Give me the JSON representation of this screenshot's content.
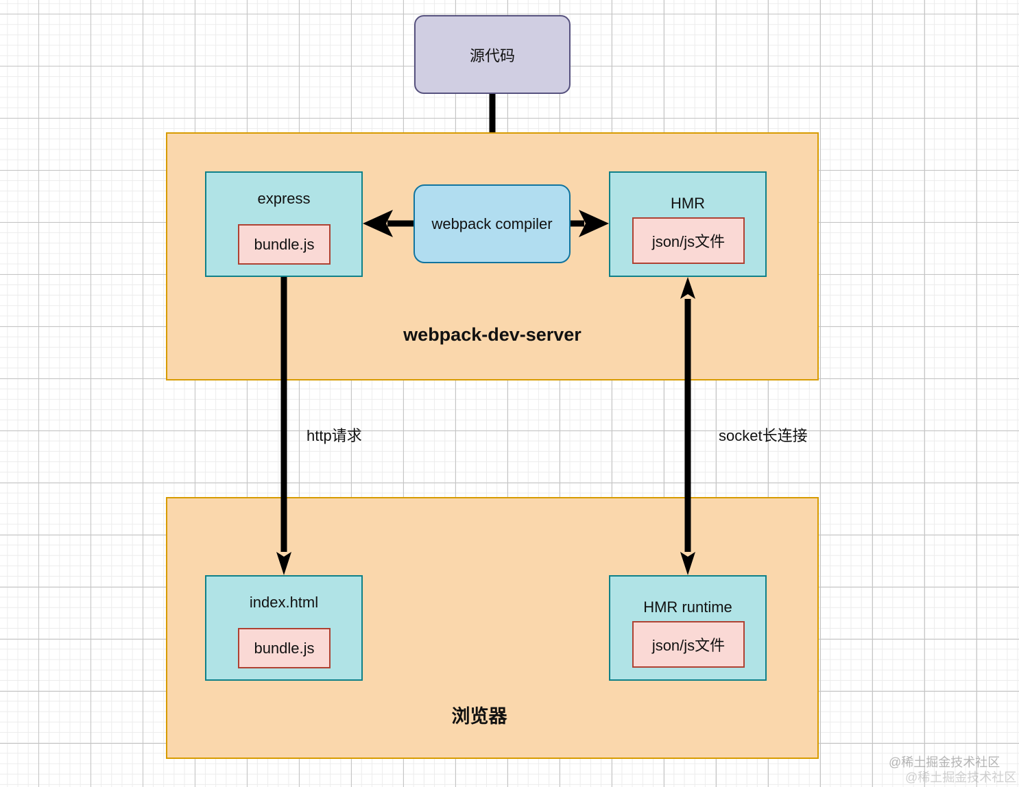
{
  "nodes": {
    "source": "源代码",
    "server": {
      "label": "webpack-dev-server",
      "express": {
        "title": "express",
        "file": "bundle.js"
      },
      "compiler": "webpack compiler",
      "hmr": {
        "title": "HMR",
        "file": "json/js文件"
      }
    },
    "browser": {
      "label": "浏览器",
      "index": {
        "title": "index.html",
        "file": "bundle.js"
      },
      "hmr_runtime": {
        "title": "HMR runtime",
        "file": "json/js文件"
      }
    }
  },
  "edges": {
    "http": "http请求",
    "socket": "socket长连接"
  },
  "watermark": "@稀土掘金技术社区",
  "colors": {
    "source_fill": "#d0cee2",
    "container_fill": "#fad7ac",
    "teal_fill": "#b0e3e6",
    "pink_fill": "#fad9d5",
    "compiler_fill": "#b1ddf0"
  }
}
